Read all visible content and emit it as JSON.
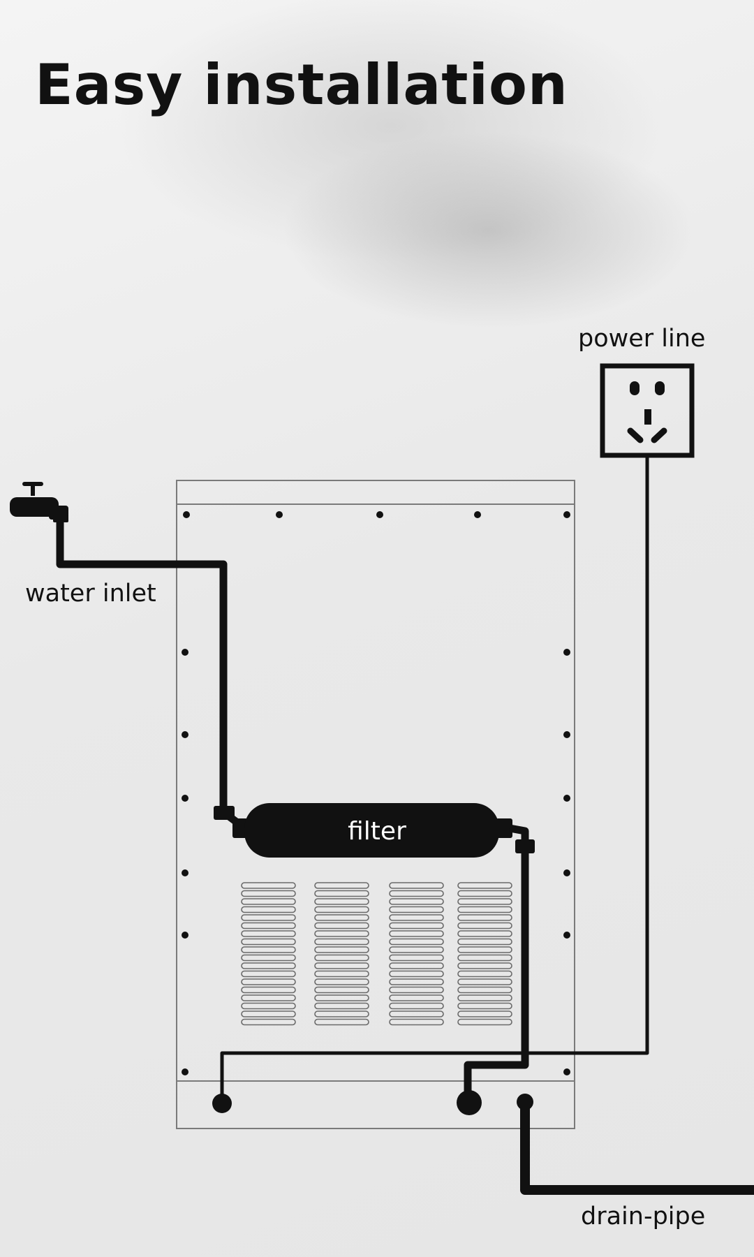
{
  "title": "Easy installation",
  "labels": {
    "water_inlet": "water inlet",
    "power_line": "power line",
    "filter": "filter",
    "drain_pipe": "drain-pipe"
  },
  "icons": {
    "faucet": "faucet-icon",
    "socket": "power-socket-icon"
  },
  "colors": {
    "line": "#111111",
    "cabinet_outline": "#7a7a7a",
    "background": "#ebebeb"
  }
}
